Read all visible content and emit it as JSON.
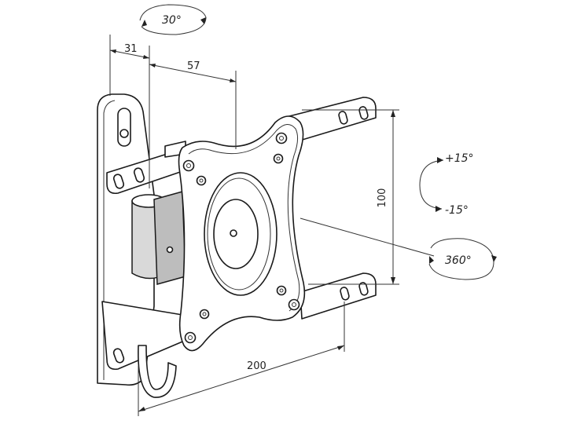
{
  "dimensions": {
    "d31": "31",
    "d57": "57",
    "d100": "100",
    "d200": "200"
  },
  "rotations": {
    "swivel": "30°",
    "tilt_up": "+15°",
    "tilt_down": "-15°",
    "rotate": "360°"
  }
}
